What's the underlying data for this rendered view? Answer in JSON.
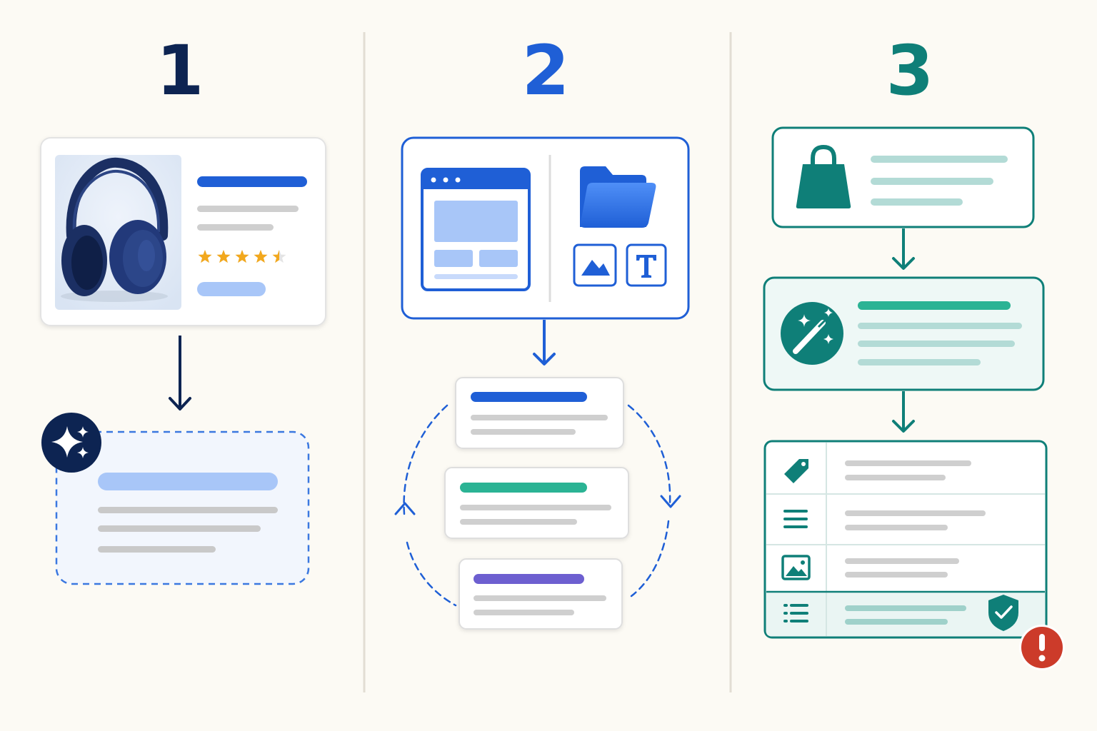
{
  "steps": [
    {
      "number": "1",
      "color": "#0d2452"
    },
    {
      "number": "2",
      "color": "#1f5fd6"
    },
    {
      "number": "3",
      "color": "#0f7f78"
    }
  ],
  "palette": {
    "navy": "#0d2452",
    "blue": "#1f5fd6",
    "blue_light": "#a8c6f8",
    "teal": "#0f7f78",
    "teal_light": "#b3dbd6",
    "green": "#2bb394",
    "purple": "#6d5fd0",
    "gray_bar": "#cfcfcf",
    "star": "#f2a81d",
    "alert": "#cc3b2a"
  },
  "icons": {
    "step1": [
      "headphones-image",
      "star-rating",
      "sparkle-icon"
    ],
    "step2": [
      "browser-window-icon",
      "folder-icon",
      "image-icon",
      "text-icon",
      "cycle-arrows"
    ],
    "step3": [
      "shopping-bag-icon",
      "magic-wand-icon",
      "tag-icon",
      "menu-lines-icon",
      "image-icon",
      "list-icon",
      "shield-check-icon",
      "alert-icon"
    ]
  },
  "rating": {
    "value": 4.5,
    "max": 5
  }
}
